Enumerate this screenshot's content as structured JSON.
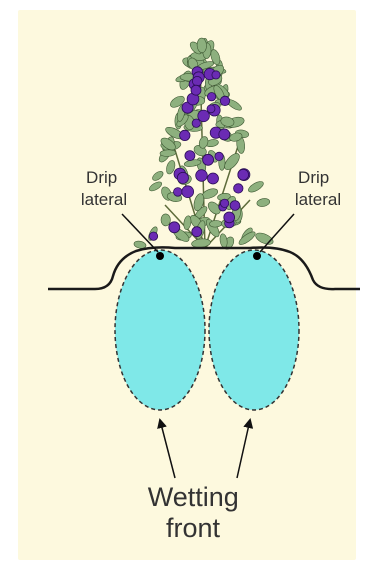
{
  "colors": {
    "background": "#fdf9de",
    "wetting_bulb": "#7fe8e8",
    "leaf": "#8db07e",
    "berry": "#6b2bb4"
  },
  "labels": {
    "drip_lateral_left": [
      "Drip",
      "lateral"
    ],
    "drip_lateral_right": [
      "Drip",
      "lateral"
    ],
    "wetting_front": [
      "Wetting",
      "front"
    ]
  }
}
